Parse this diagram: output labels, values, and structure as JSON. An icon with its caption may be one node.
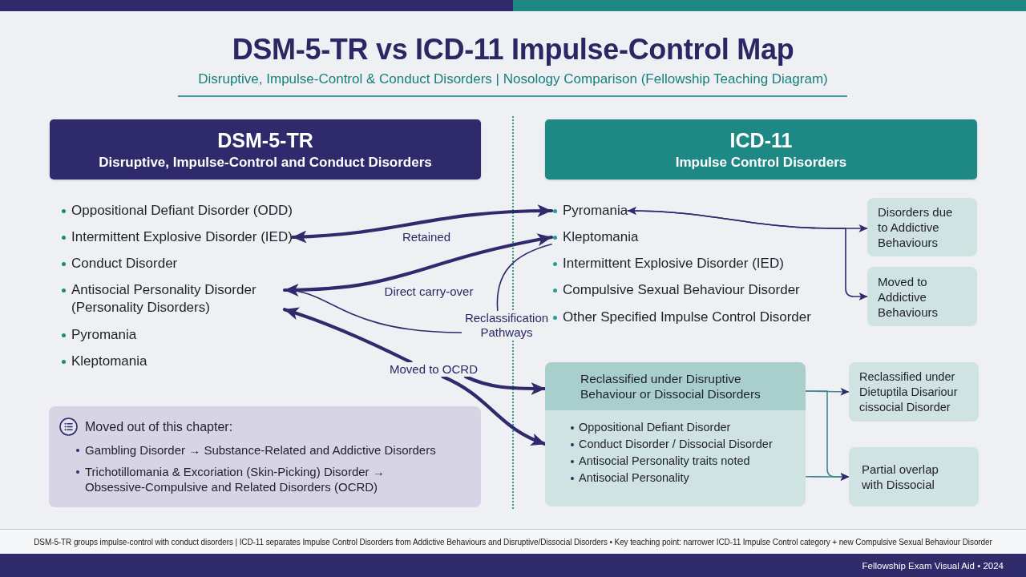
{
  "diagram": {
    "title": "DSM-5-TR vs ICD-11 Impulse-Control Map",
    "nodes": [
      {
        "text": [
          "DSM-5-TR",
          "Disruptive, Impulse-Control and Conduct Disorders"
        ]
      },
      {
        "text": [
          "ICD-11",
          "Impulse Control Disorders"
        ]
      },
      {
        "text": [
          "Oppositional Defiant Disorder (ODD)"
        ]
      },
      {
        "text": [
          "Intermittent Explosive Disorder (IED)"
        ]
      },
      {
        "text": [
          "Conduct Disorder"
        ]
      },
      {
        "text": [
          "Antisocial Personality Disorder (Personality Disorders)"
        ]
      },
      {
        "text": [
          "Pyromania"
        ]
      },
      {
        "text": [
          "Kleptomania"
        ]
      },
      {
        "text": [
          "Pyromania"
        ]
      },
      {
        "text": [
          "Kleptomania"
        ]
      },
      {
        "text": [
          "Intermittent Explosive Disorder (IED)"
        ]
      },
      {
        "text": [
          "Compulsive Sexual Behaviour Disorder"
        ]
      },
      {
        "text": [
          "Other Specified Impulse Control Disorder"
        ]
      },
      {
        "text": [
          "Disorders due to Addictive Behaviours"
        ]
      },
      {
        "text": [
          "Moved to Addictive Behaviours"
        ]
      },
      {
        "text": [
          "Reclassified under Disruptive Behaviour or Dissocial Disorders"
        ]
      },
      {
        "text": [
          "Oppositional Defiant Disorder",
          "Conduct Disorder / Dissocial Disorder",
          "Antisocial Personality traits noted",
          "Antisocial Personality"
        ]
      },
      {
        "text": [
          "Reclassified under Dietuptila Disariour cissocial Disorder"
        ]
      },
      {
        "text": [
          "Partial overlap with Dissocial"
        ]
      },
      {
        "text": [
          "Moved out of this chapter:",
          "Gambling Disorder → Substance-Related and Addictive Disorders",
          "Trichotillomania & Excoriation (Skin-Picking) Disorder → Obsessive-Compulsive and Related Disorders (OCRD)"
        ]
      },
      {
        "text": [
          "Reclassification Pathways"
        ]
      },
      {
        "text": [
          "Moved to OCRD"
        ]
      }
    ],
    "edges": [
      {
        "from": 3,
        "to": 8,
        "arrow": "both",
        "label": "Retained",
        "style": "thick"
      },
      {
        "from": 5,
        "to": 9,
        "arrow": "both",
        "label": "Direct carry-over",
        "style": "thick"
      },
      {
        "from": 5,
        "to": 20,
        "arrow": "none"
      },
      {
        "from": 20,
        "to": 9,
        "arrow": "none"
      },
      {
        "from": 21,
        "to": 5,
        "arrow": "to",
        "style": "thick"
      },
      {
        "from": 21,
        "to": 15,
        "arrow": "to",
        "style": "thick"
      },
      {
        "from": 21,
        "to": 16,
        "arrow": "to",
        "style": "thick"
      },
      {
        "from": 8,
        "to": 13,
        "arrow": "both"
      },
      {
        "from": 8,
        "to": 14,
        "arrow": "both"
      },
      {
        "from": 15,
        "to": 17,
        "arrow": "to",
        "color": "#3f8a8c"
      },
      {
        "from": 15,
        "to": 18,
        "arrow": "to",
        "color": "#3f8a8c"
      },
      {
        "from": 16,
        "to": 18,
        "arrow": "to",
        "color": "#3f8a8c"
      }
    ],
    "labels": [
      "Disruptive, Impulse-Control & Conduct Disorders | Nosology Comparison (Fellowship Teaching Diagram)",
      "DSM-5-TR groups impulse-control with conduct disorders | ICD-11 separates Impulse Control Disorders from Addictive Behaviours and Disruptive/Dissocial Disorders • Key teaching point: narrower ICD-11 Impulse Control category + new Compulsive Sexual Behaviour Disorder",
      "Fellowship Exam Visual Aid • 2024"
    ]
  }
}
